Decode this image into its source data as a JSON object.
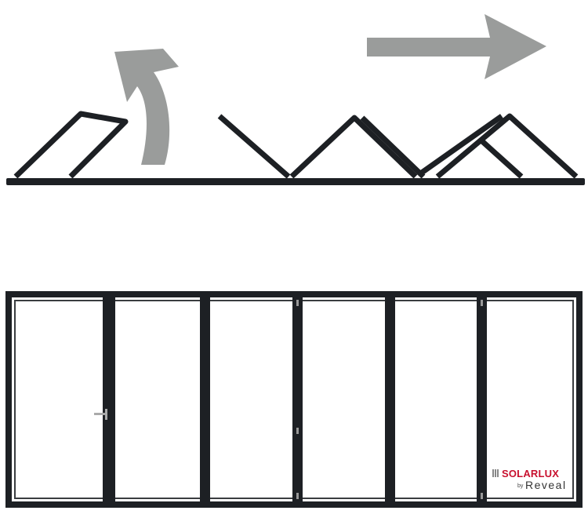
{
  "colors": {
    "frame": "#1d2024",
    "arrow": "#9a9c9b",
    "glass": "#ffffff"
  },
  "icons": [
    "arrow-right-icon",
    "curved-arrow-up-icon"
  ],
  "logo": {
    "brand": "SOLARLUX",
    "by": "by",
    "partner": "Reveal"
  }
}
